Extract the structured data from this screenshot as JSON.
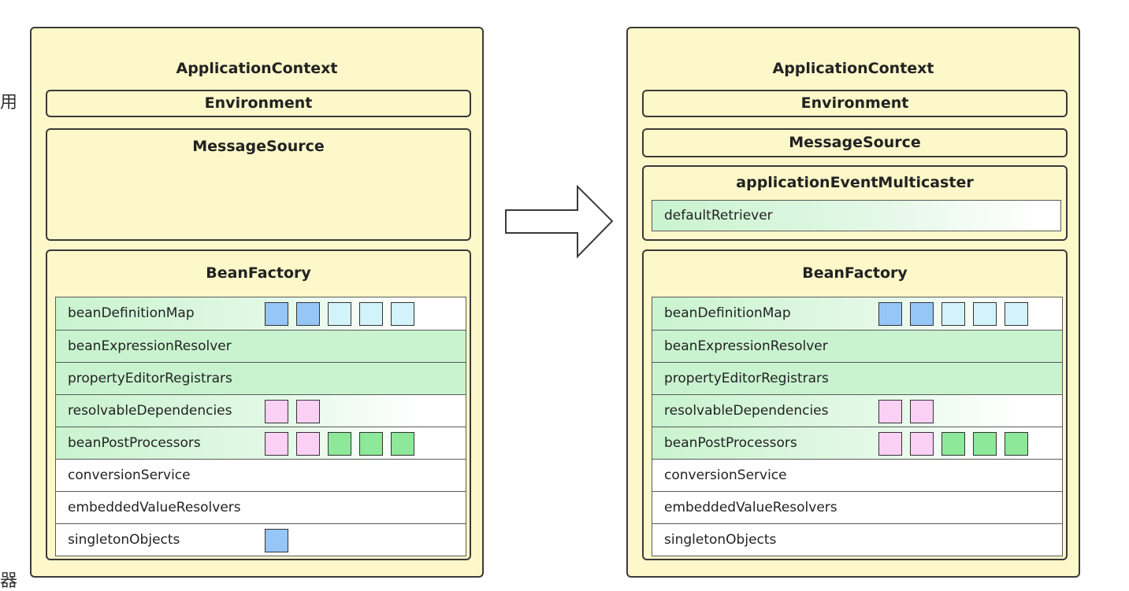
{
  "edge_glyphs": [
    "用",
    "器"
  ],
  "colors": {
    "panel_bg": "#fdf8c9",
    "row_green": "#c9f3cf",
    "sq_blue": "#96c5f8",
    "sq_cyan": "#d3f3fb",
    "sq_pink": "#fbd0f5",
    "sq_green": "#8ee89a"
  },
  "left": {
    "title": "ApplicationContext",
    "environment": "Environment",
    "message_source": "MessageSource",
    "bean_factory": {
      "title": "BeanFactory",
      "rows": [
        {
          "label": "beanDefinitionMap",
          "squares": [
            "blue",
            "blue",
            "cyan",
            "cyan",
            "cyan"
          ]
        },
        {
          "label": "beanExpressionResolver",
          "squares": []
        },
        {
          "label": "propertyEditorRegistrars",
          "squares": []
        },
        {
          "label": "resolvableDependencies",
          "squares": [
            "pink",
            "pink"
          ]
        },
        {
          "label": "beanPostProcessors",
          "squares": [
            "pink",
            "pink",
            "green",
            "green",
            "green"
          ]
        },
        {
          "label": "conversionService",
          "squares": []
        },
        {
          "label": "embeddedValueResolvers",
          "squares": []
        },
        {
          "label": "singletonObjects",
          "squares": [
            "blue"
          ]
        }
      ]
    }
  },
  "arrow": {
    "direction": "right"
  },
  "right": {
    "title": "ApplicationContext",
    "environment": "Environment",
    "message_source": "MessageSource",
    "event_multicaster": {
      "title": "applicationEventMulticaster",
      "retriever": "defaultRetriever"
    },
    "bean_factory": {
      "title": "BeanFactory",
      "rows": [
        {
          "label": "beanDefinitionMap",
          "squares": [
            "blue",
            "blue",
            "cyan",
            "cyan",
            "cyan"
          ]
        },
        {
          "label": "beanExpressionResolver",
          "squares": []
        },
        {
          "label": "propertyEditorRegistrars",
          "squares": []
        },
        {
          "label": "resolvableDependencies",
          "squares": [
            "pink",
            "pink"
          ]
        },
        {
          "label": "beanPostProcessors",
          "squares": [
            "pink",
            "pink",
            "green",
            "green",
            "green"
          ]
        },
        {
          "label": "conversionService",
          "squares": []
        },
        {
          "label": "embeddedValueResolvers",
          "squares": []
        },
        {
          "label": "singletonObjects",
          "squares": []
        }
      ]
    }
  }
}
